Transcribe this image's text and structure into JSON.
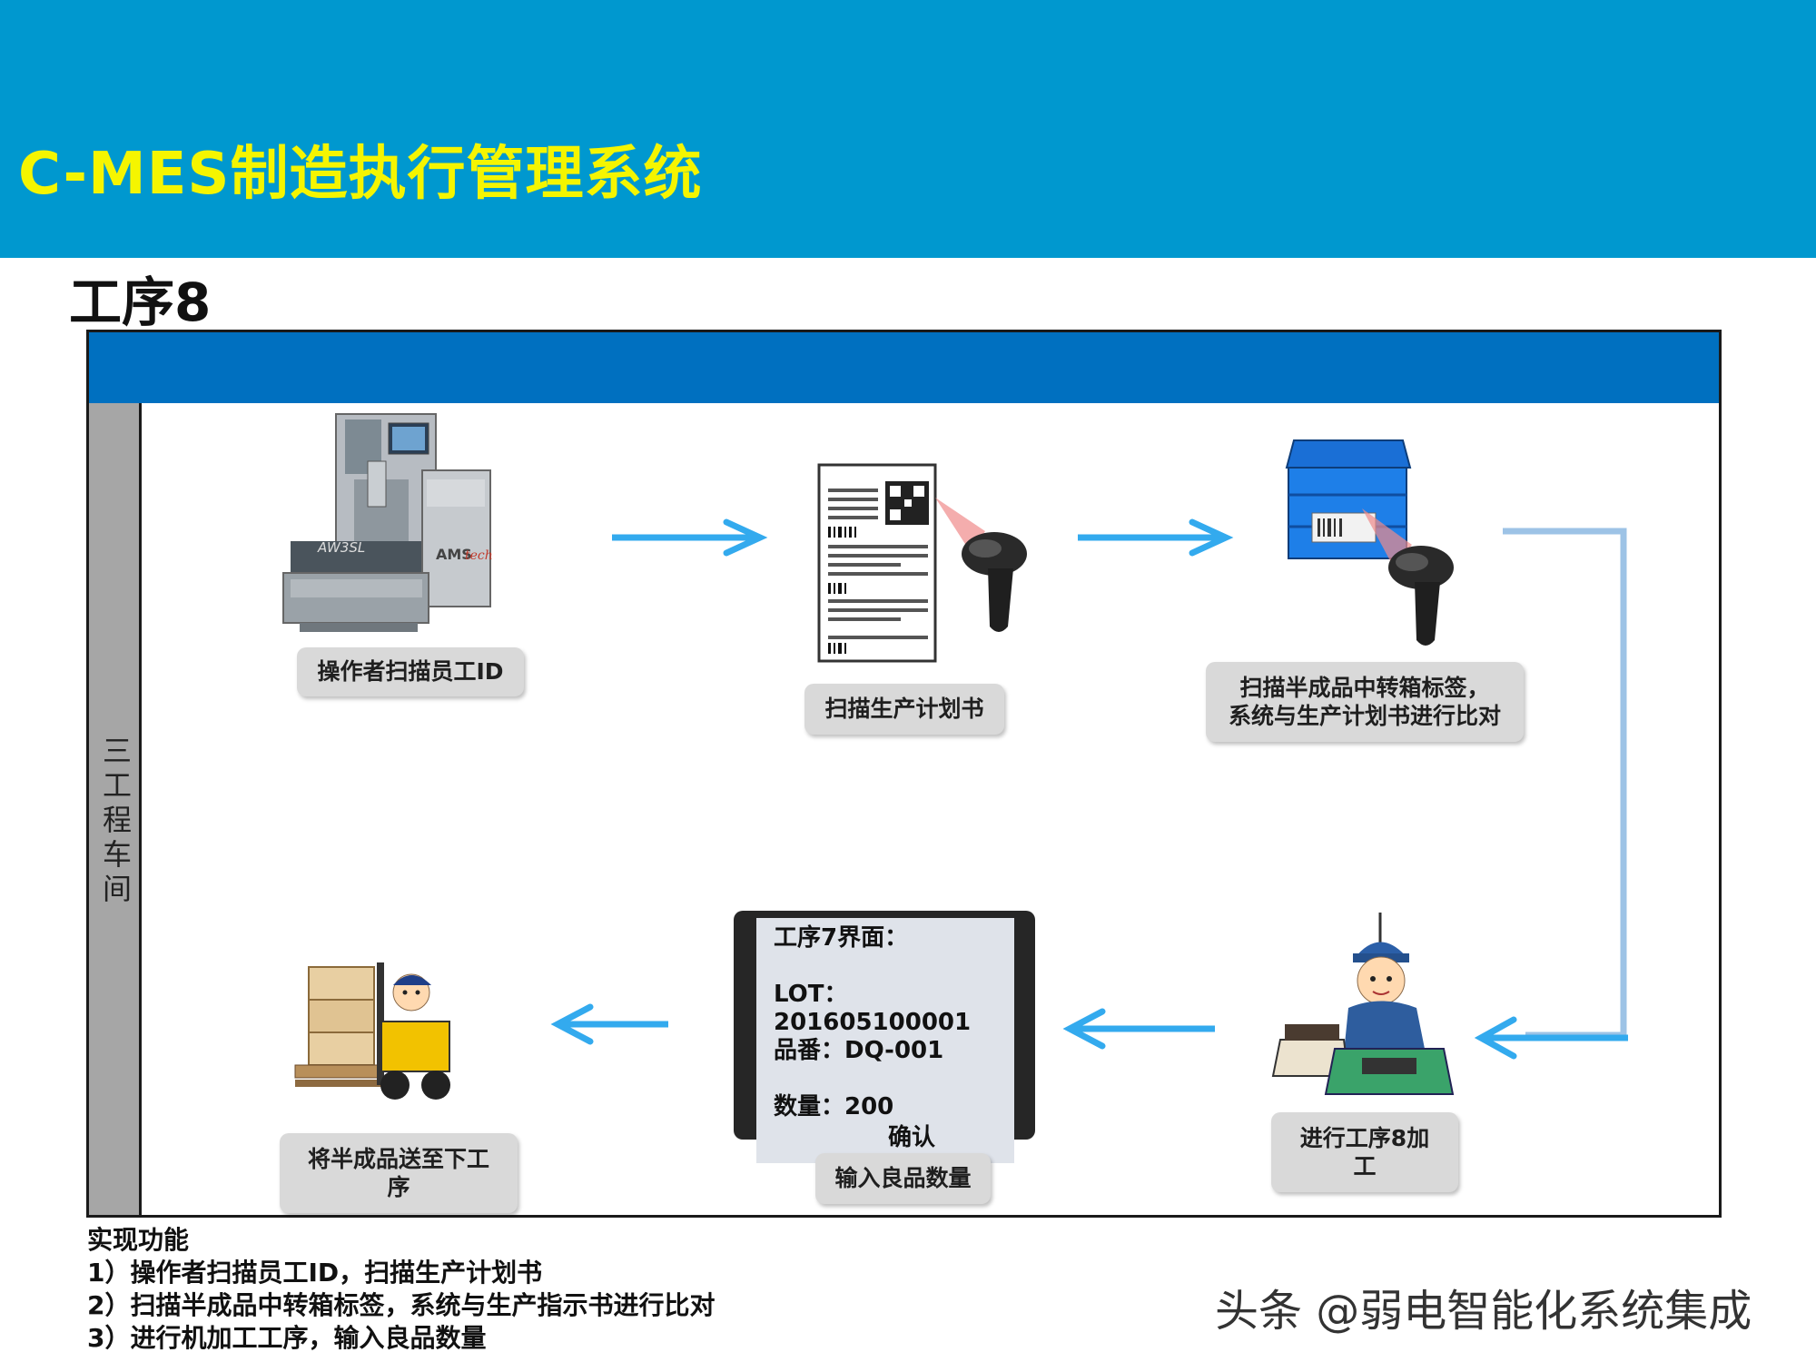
{
  "header": {
    "title": "C-MES制造执行管理系统"
  },
  "section": {
    "title": "工序8"
  },
  "workshop": {
    "label": "三工程车间"
  },
  "steps": [
    {
      "label": "操作者扫描员工ID"
    },
    {
      "label": "扫描生产计划书"
    },
    {
      "label": "扫描半成品中转箱标签，\n系统与生产计划书进行比对"
    },
    {
      "label": "进行工序8加\n工"
    },
    {
      "label": "输入良品数量"
    },
    {
      "label": "将半成品送至下工\n序"
    }
  ],
  "tablet": {
    "screen_text": "工序7界面：\n\nLOT：\n201605100001\n品番：DQ-001\n\n数量：200",
    "confirm": "确认"
  },
  "features": {
    "heading": "实现功能",
    "items": [
      "1）操作者扫描员工ID，扫描生产计划书",
      "2）扫描半成品中转箱标签，系统与生产指示书进行比对",
      "3）进行机加工工序，输入良品数量"
    ]
  },
  "watermark": "头条 @弱电智能化系统集成",
  "colors": {
    "header_bg": "#0098cf",
    "title_yellow": "#f5f500",
    "frame_bar": "#0070c0",
    "arrow_blue": "#33aaee",
    "connector_blue": "#9dc3e6"
  }
}
